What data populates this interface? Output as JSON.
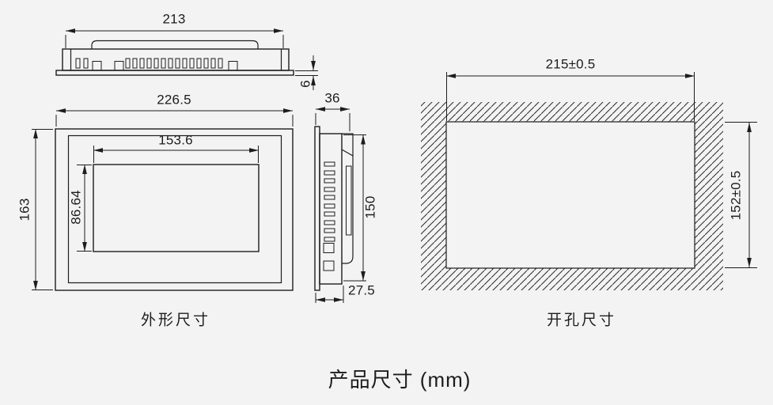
{
  "page_title": "产品尺寸 (mm)",
  "colors": {
    "background": "#f3f3f3",
    "line": "#1d1d1d"
  },
  "outline_view": {
    "caption": "外形尺寸",
    "top_width": "213",
    "front_bezel_thickness": "6",
    "overall_width": "226.5",
    "overall_height": "163",
    "display_width": "153.6",
    "display_height": "86.64"
  },
  "side_view": {
    "overall_depth": "36",
    "body_height": "150",
    "rear_depth": "27.5"
  },
  "cutout_view": {
    "caption": "开孔尺寸",
    "cutout_width": "215±0.5",
    "cutout_height": "152±0.5"
  }
}
